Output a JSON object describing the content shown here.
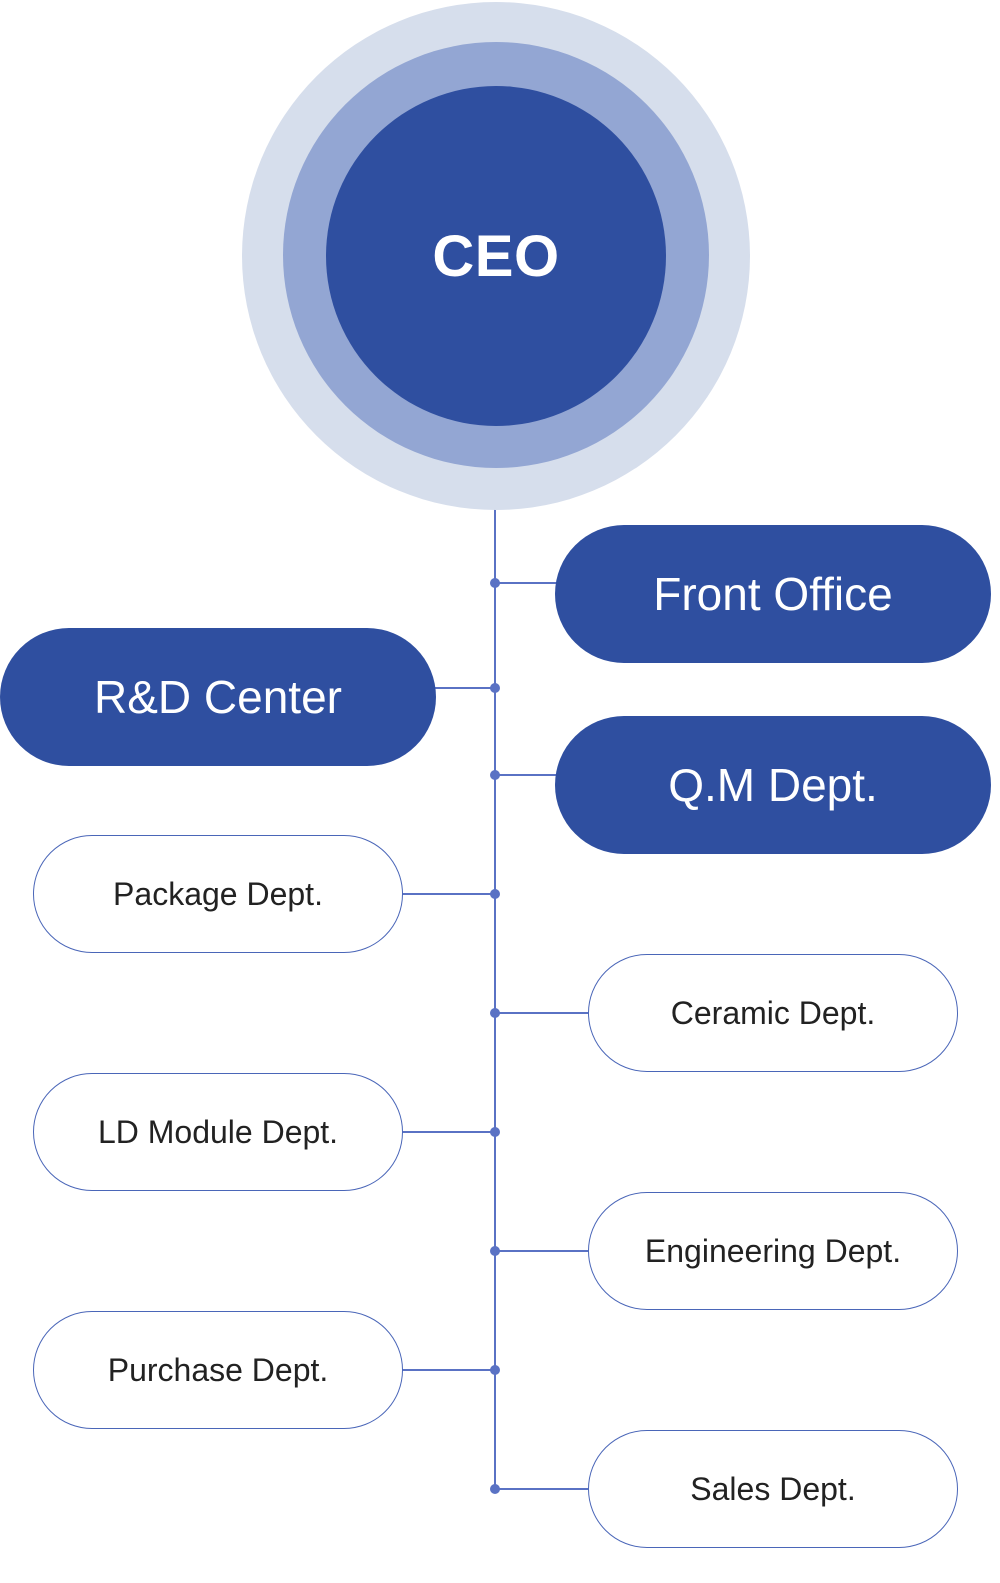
{
  "diagram": {
    "ceo_label": "CEO",
    "primary_units": {
      "front_office": "Front Office",
      "rnd_center": "R&D Center",
      "qm_dept": "Q.M Dept."
    },
    "departments": {
      "package": "Package Dept.",
      "ceramic": "Ceramic Dept.",
      "ld_module": "LD Module Dept.",
      "engineering": "Engineering Dept.",
      "purchase": "Purchase Dept.",
      "sales": "Sales Dept."
    },
    "colors": {
      "primary": "#2f4fa0",
      "ring_outer": "#d6deec",
      "ring_mid": "#93a6d3",
      "connector": "#5a72c4",
      "text_dark": "#222222"
    }
  }
}
